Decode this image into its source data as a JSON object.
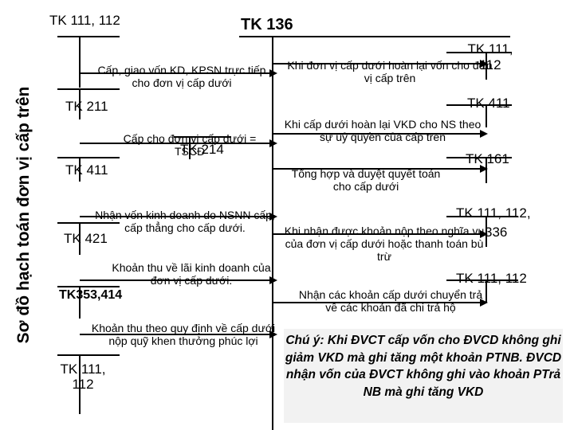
{
  "vertical_title": "Sơ đồ hạch toán đơn vị cấp trên",
  "header": {
    "left_account": "TK 111, 112",
    "center_account": "TK 136"
  },
  "left_side": {
    "rows": [
      {
        "label": "Cấp, giao vốn  KD, KPSN trực tiếp cho đơn vị cấp dưới",
        "account": "TK 211"
      },
      {
        "label": "Cấp cho đơn vị cấp dưới = TSCĐ",
        "account": "TK 411",
        "overlap_account": "TK 214"
      },
      {
        "label": "Nhận vốn kinh doanh do NSNN cấp, cấp thẳng cho cấp dưới.",
        "account": "TK 421"
      },
      {
        "label": "Khoản thu về lãi kinh doanh của đơn vị cấp dưới.",
        "account": "TK353,414"
      },
      {
        "label": "Khoản thu theo quy định về cấp dưới nộp quỹ khen thưởng phúc lợi",
        "account": "TK 111, 112"
      }
    ]
  },
  "right_side": {
    "rows": [
      {
        "account": "TK 111, 112",
        "label": "Khi đơn vị cấp dưới hoàn lại vốn cho đơn vị cấp trên"
      },
      {
        "account": "TK 411",
        "label": "Khi cấp dưới hoàn lại VKD cho NS theo sự uỷ quyền của cấp trên"
      },
      {
        "account": "TK 161",
        "label": "Tổng hợp và duyệt quyết toán  cho cấp dưới"
      },
      {
        "account": "TK 111, 112,",
        "extra_account": "336",
        "label": "Khi nhận được khoản nộp theo nghĩa vụ của đơn vị cấp dưới  hoặc thanh toán bù trừ"
      },
      {
        "account": "TK 111, 112",
        "label": "Nhận các khoản cấp dưới chuyển trả về các khoản đã chi trả hộ"
      }
    ]
  },
  "note": "Chú ý: Khi ĐVCT cấp vốn cho ĐVCD không ghi giảm VKD mà ghi tăng một khoản PTNB. ĐVCD nhận vốn của ĐVCT không ghi vào khoản PTrả NB mà ghi tăng VKD",
  "colors": {
    "text": "#000000",
    "line": "#000000",
    "note_bg": "#f2f2f2",
    "background": "#ffffff"
  }
}
